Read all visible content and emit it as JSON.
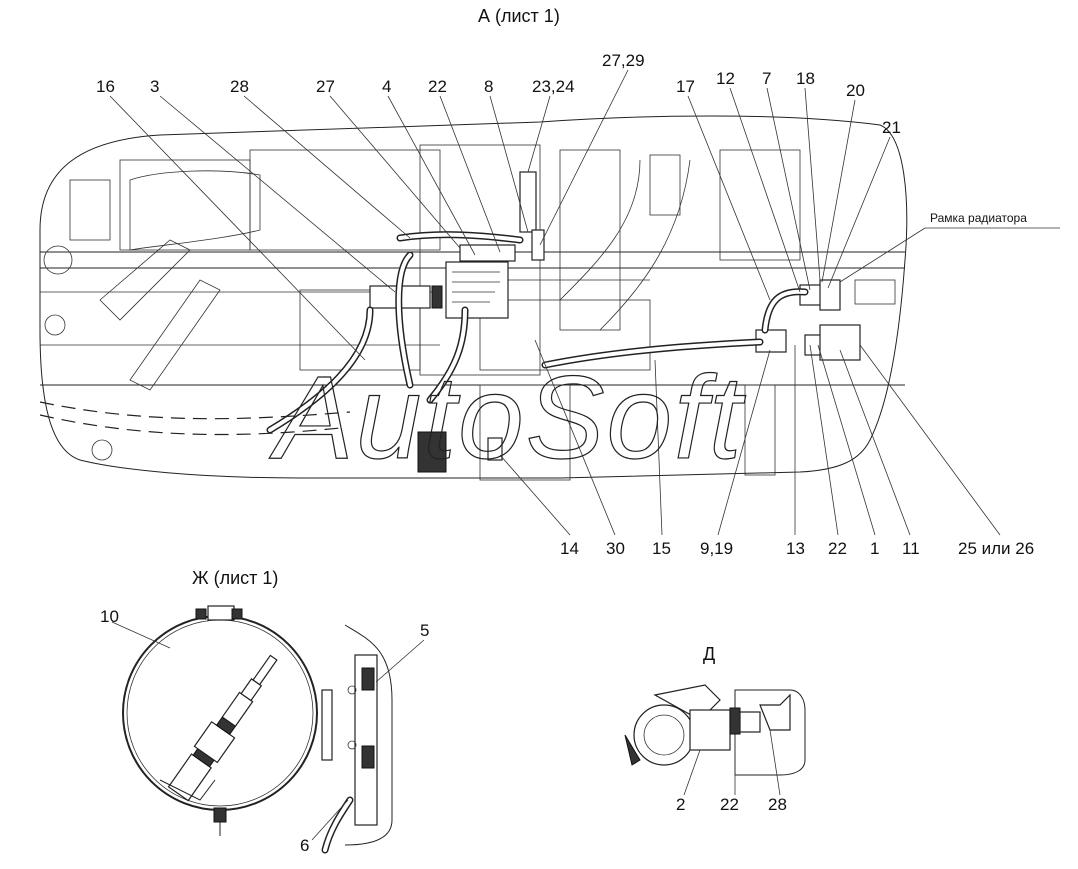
{
  "views": {
    "a": {
      "title": "А (лист 1)"
    },
    "zh": {
      "title": "Ж (лист 1)"
    },
    "d": {
      "title": "Д"
    }
  },
  "watermark": "AutoSoft",
  "annotation_radiator": "Рамка радиатора",
  "callouts_a_top": [
    "16",
    "3",
    "28",
    "27",
    "4",
    "22",
    "8",
    "23,24",
    "27,29",
    "17",
    "12",
    "7",
    "18",
    "20",
    "21"
  ],
  "callouts_a_bottom": [
    "14",
    "30",
    "15",
    "9,19",
    "13",
    "22",
    "1",
    "11",
    "25 или 26"
  ],
  "callouts_zh": [
    "10",
    "5",
    "6"
  ],
  "callouts_d": [
    "2",
    "22",
    "28"
  ]
}
